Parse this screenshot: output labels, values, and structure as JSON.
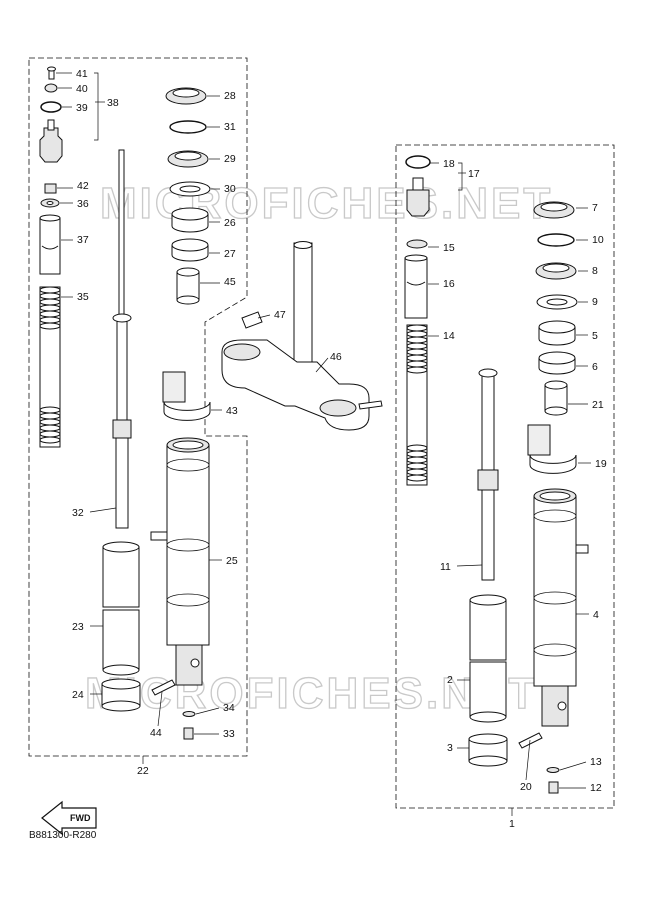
{
  "watermark": "MICROFICHES.NET",
  "diagram_code": "B881300-R280",
  "fwd_label": "FWD",
  "assemblies": [
    {
      "id": "left",
      "label": "22"
    },
    {
      "id": "right",
      "label": "1"
    }
  ],
  "part_numbers": [
    "41",
    "40",
    "39",
    "38",
    "42",
    "36",
    "37",
    "35",
    "32",
    "23",
    "24",
    "28",
    "31",
    "29",
    "30",
    "26",
    "27",
    "45",
    "43",
    "25",
    "44",
    "34",
    "33",
    "47",
    "46",
    "18",
    "17",
    "15",
    "16",
    "14",
    "11",
    "2",
    "3",
    "20",
    "7",
    "10",
    "8",
    "9",
    "5",
    "6",
    "21",
    "19",
    "4",
    "13",
    "12"
  ]
}
